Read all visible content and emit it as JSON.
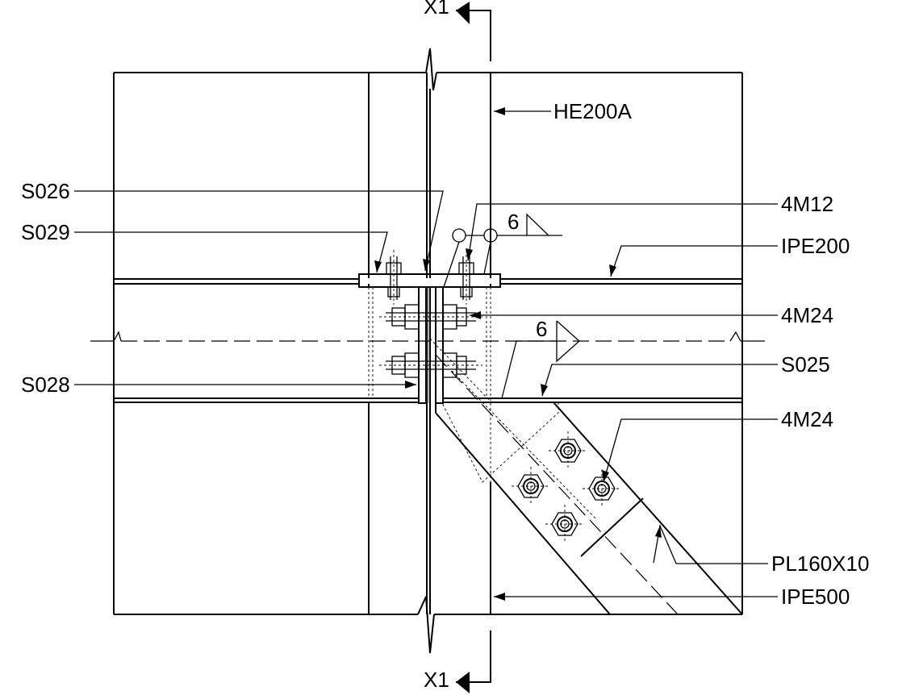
{
  "section_marks": {
    "top": "X1",
    "bottom": "X1"
  },
  "labels": {
    "column": "HE200A",
    "s026": "S026",
    "s029": "S029",
    "bolts_m12": "4M12",
    "beam_top": "IPE200",
    "bolts_m24_upper": "4M24",
    "s028": "S028",
    "s025": "S025",
    "bolts_m24_lower": "4M24",
    "plate": "PL160X10",
    "beam_main": "IPE500"
  },
  "welds": {
    "top": "6",
    "middle": "6"
  }
}
